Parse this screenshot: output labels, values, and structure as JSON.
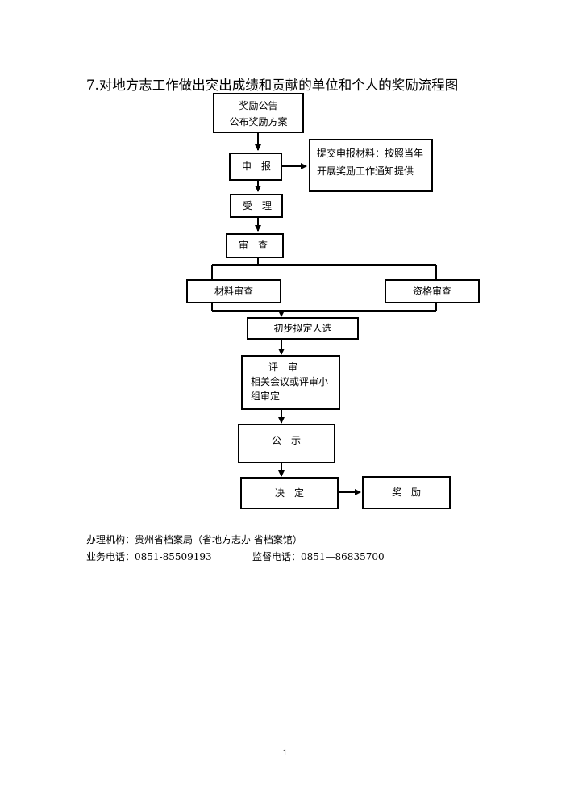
{
  "title": "7.对地方志工作做出突出成绩和贡献的单位和个人的奖励流程图",
  "flow": {
    "announce": {
      "line1": "奖励公告",
      "line2": "公布奖励方案"
    },
    "apply": "申　报",
    "apply_note": {
      "line1": "提交申报材料：按照当年",
      "line2": "开展奖励工作通知提供"
    },
    "accept": "受　理",
    "review": "审　查",
    "material_review": "材料审查",
    "qualification_review": "资格审查",
    "preliminary": "初步拟定人选",
    "evaluate": {
      "line1": "评　审",
      "line2": "相关会议或评审小",
      "line3": "组审定"
    },
    "publicize": "公　示",
    "decide": "决　定",
    "reward": "奖　励"
  },
  "footer": {
    "agency": "办理机构：贵州省档案局（省地方志办 省档案馆）",
    "business_phone": "业务电话：0851-85509193",
    "supervision_phone": "监督电话：0851—86835700"
  },
  "page_number": "1"
}
